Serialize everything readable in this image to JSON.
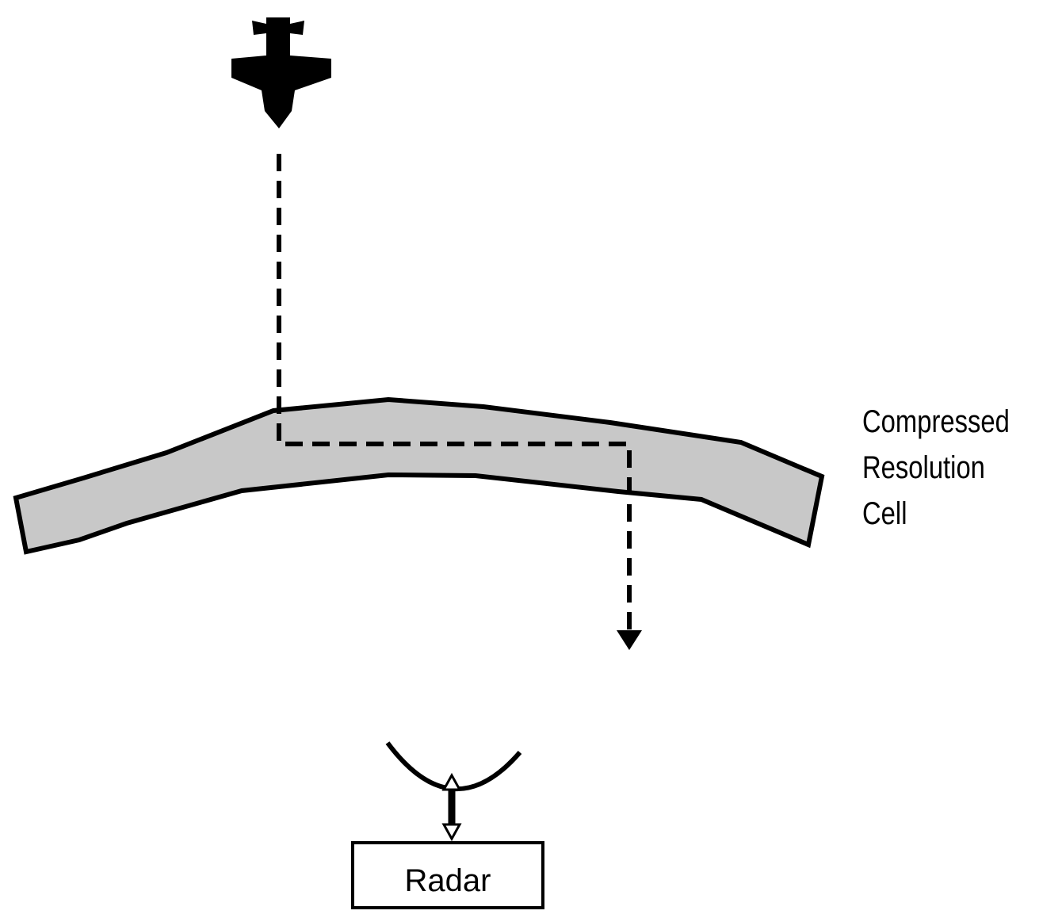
{
  "labels": {
    "cell_line1": "Compressed",
    "cell_line2": "Resolution",
    "cell_line3": "Cell",
    "radar": "Radar"
  },
  "colors": {
    "cell_fill": "#c8c8c8",
    "stroke": "#000000",
    "background": "#ffffff"
  },
  "icons": {
    "aircraft": "jet-aircraft-icon",
    "antenna": "dish-antenna-icon",
    "signal": "bidirectional-arrow-icon"
  }
}
